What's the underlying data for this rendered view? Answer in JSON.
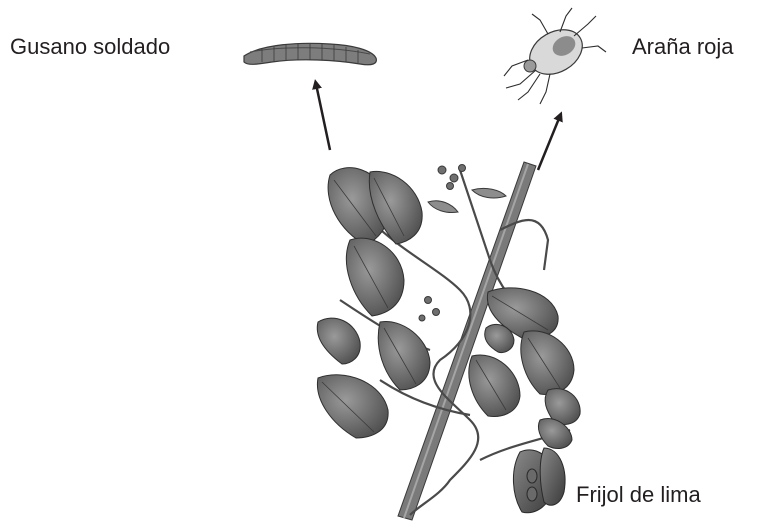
{
  "labels": {
    "armyworm": "Gusano soldado",
    "spider_mite": "Araña roja",
    "lima_bean": "Frijol de lima"
  },
  "colors": {
    "text": "#231f20",
    "leaf": "#6f6f6f",
    "leaf_dark": "#4a4a4a",
    "stem": "#5a5a5a",
    "arrow": "#231f20"
  },
  "icons": {
    "worm": "armyworm-illustration",
    "mite": "spider-mite-illustration",
    "plant": "lima-bean-plant-illustration"
  }
}
